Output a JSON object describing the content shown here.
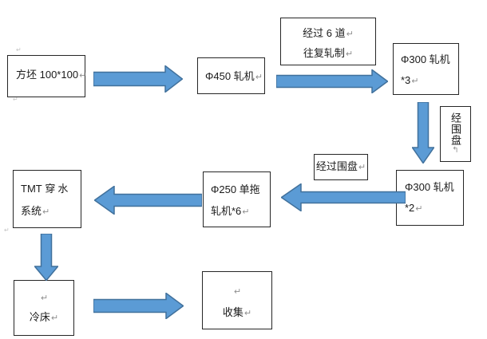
{
  "diagram": {
    "type": "flowchart",
    "title": "steel rolling process flow",
    "colors": {
      "arrow_fill": "#5b9bd5",
      "arrow_stroke": "#41719c",
      "box_border": "#262626",
      "mark_color": "#8f8f8f"
    },
    "marks": {
      "pilcrow": "↵",
      "vertical_pilcrow": "↰",
      "anchor": "↵"
    },
    "nodes": {
      "billet": {
        "label": "方坯 100*100"
      },
      "mill_450": {
        "label": "Φ450 轧机"
      },
      "pass_note": {
        "line1": "经过 6 道",
        "line2": "往复轧制"
      },
      "mill_300_x3": {
        "line1": "Φ300 轧机",
        "line2": "*3"
      },
      "coil_plate_vertical": {
        "label": "经围盘"
      },
      "mill_300_x2": {
        "line1": "Φ300 轧机",
        "line2": "*2"
      },
      "coil_plate_note": {
        "label": "经过围盘"
      },
      "mill_250": {
        "line1": "Φ250 单拖",
        "line2": "轧机*6"
      },
      "tmt": {
        "line1_a": "TMT",
        "line1_b": "穿水",
        "line2": "系统"
      },
      "cooling_bed": {
        "label": "冷床"
      },
      "collection": {
        "label": "收集"
      }
    },
    "edges": [
      {
        "from": "billet",
        "to": "mill_450",
        "direction": "right"
      },
      {
        "from": "mill_450",
        "to": "mill_300_x3",
        "direction": "right",
        "note": "经过 6 道 往复轧制"
      },
      {
        "from": "mill_300_x3",
        "to": "mill_300_x2",
        "direction": "down",
        "note": "经围盘"
      },
      {
        "from": "mill_300_x2",
        "to": "mill_250",
        "direction": "left",
        "note": "经过围盘"
      },
      {
        "from": "mill_250",
        "to": "tmt",
        "direction": "left"
      },
      {
        "from": "tmt",
        "to": "cooling_bed",
        "direction": "down"
      },
      {
        "from": "cooling_bed",
        "to": "collection",
        "direction": "right"
      }
    ]
  }
}
